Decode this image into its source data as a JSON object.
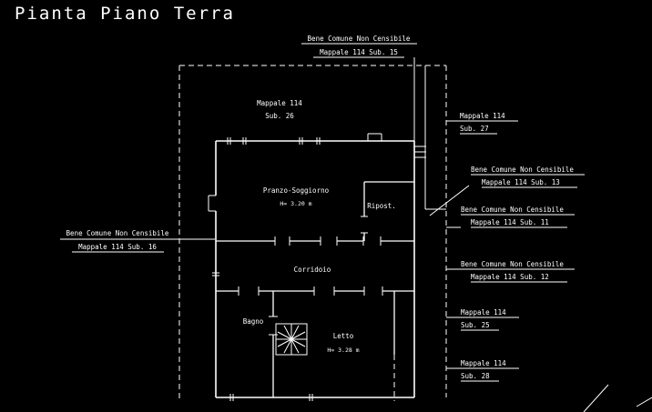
{
  "title": "Pianta Piano Terra",
  "colors": {
    "background": "#000000",
    "line": "#ffffff"
  },
  "labels": {
    "top": {
      "l1": "Bene Comune Non Censibile",
      "l2": "Mappale 114 Sub. 15"
    },
    "inner": {
      "l1": "Mappale 114",
      "l2": "Sub. 26"
    },
    "left": {
      "l1": "Bene Comune Non Censibile",
      "l2": "Mappale 114 Sub. 16"
    },
    "right": [
      {
        "l1": "Mappale 114",
        "l2": "Sub. 27"
      },
      {
        "l1": "Bene Comune Non Censibile",
        "l2": "Mappale 114 Sub. 13"
      },
      {
        "l1": "Bene Comune Non Censibile",
        "l2": "Mappale 114 Sub. 11"
      },
      {
        "l1": "Bene Comune Non Censibile",
        "l2": "Mappale 114 Sub. 12"
      },
      {
        "l1": "Mappale 114",
        "l2": "Sub. 25"
      },
      {
        "l1": "Mappale 114",
        "l2": "Sub. 28"
      }
    ]
  },
  "rooms": {
    "soggiorno": {
      "name": "Pranzo-Soggiorno",
      "height": "H= 3.20 m"
    },
    "ripostiglio": {
      "name": "Ripost."
    },
    "corridoio": {
      "name": "Corridoio"
    },
    "bagno": {
      "name": "Bagno"
    },
    "letto": {
      "name": "Letto",
      "height": "H= 3.28 m"
    }
  }
}
